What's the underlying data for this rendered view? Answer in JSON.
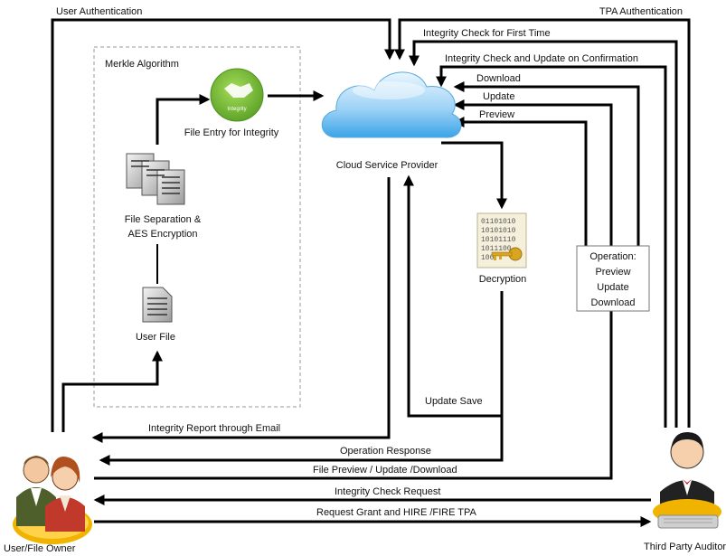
{
  "labels": {
    "user_authentication": "User Authentication",
    "tpa_authentication": "TPA Authentication",
    "integrity_first_time": "Integrity Check for First Time",
    "integrity_update_confirm": "Integrity Check and Update on Confirmation",
    "download": "Download",
    "update": "Update",
    "preview": "Preview",
    "merkle_algorithm": "Merkle Algorithm",
    "file_entry_integrity": "File Entry for Integrity",
    "integrity_badge": "Integrity",
    "cloud_service_provider": "Cloud Service Provider",
    "file_separation_line1": "File Separation &",
    "file_separation_line2": "AES Encryption",
    "user_file": "User File",
    "decryption": "Decryption",
    "operation_box_line1": "Operation:",
    "operation_box_line2": "Preview",
    "operation_box_line3": "Update",
    "operation_box_line4": "Download",
    "update_save": "Update Save",
    "integrity_report_email": "Integrity Report through Email",
    "operation_response": "Operation Response",
    "file_preview_update_download": "File Preview / Update  /Download",
    "integrity_check_request": "Integrity Check Request",
    "request_grant_hire": "Request Grant and HIRE /FIRE TPA",
    "user_file_owner": "User/File Owner",
    "third_party_auditor": "Third Party Auditor"
  },
  "binary_rows": [
    "01101010",
    "10101010",
    "10101110",
    "1011100",
    "100"
  ],
  "colors": {
    "integrity_badge": "#7cbf3a",
    "cloud_top": "#e9f6ff",
    "cloud_bottom": "#3aa4e8",
    "key_gold": "#d9a520",
    "owner_outline": "#f0b400"
  },
  "icons": {
    "cloud": "cloud-icon",
    "integrity": "handshake-icon",
    "documents": "documents-icon",
    "user_file": "document-icon",
    "decryption": "key-binary-icon",
    "owner": "users-icon",
    "auditor": "auditor-icon"
  }
}
